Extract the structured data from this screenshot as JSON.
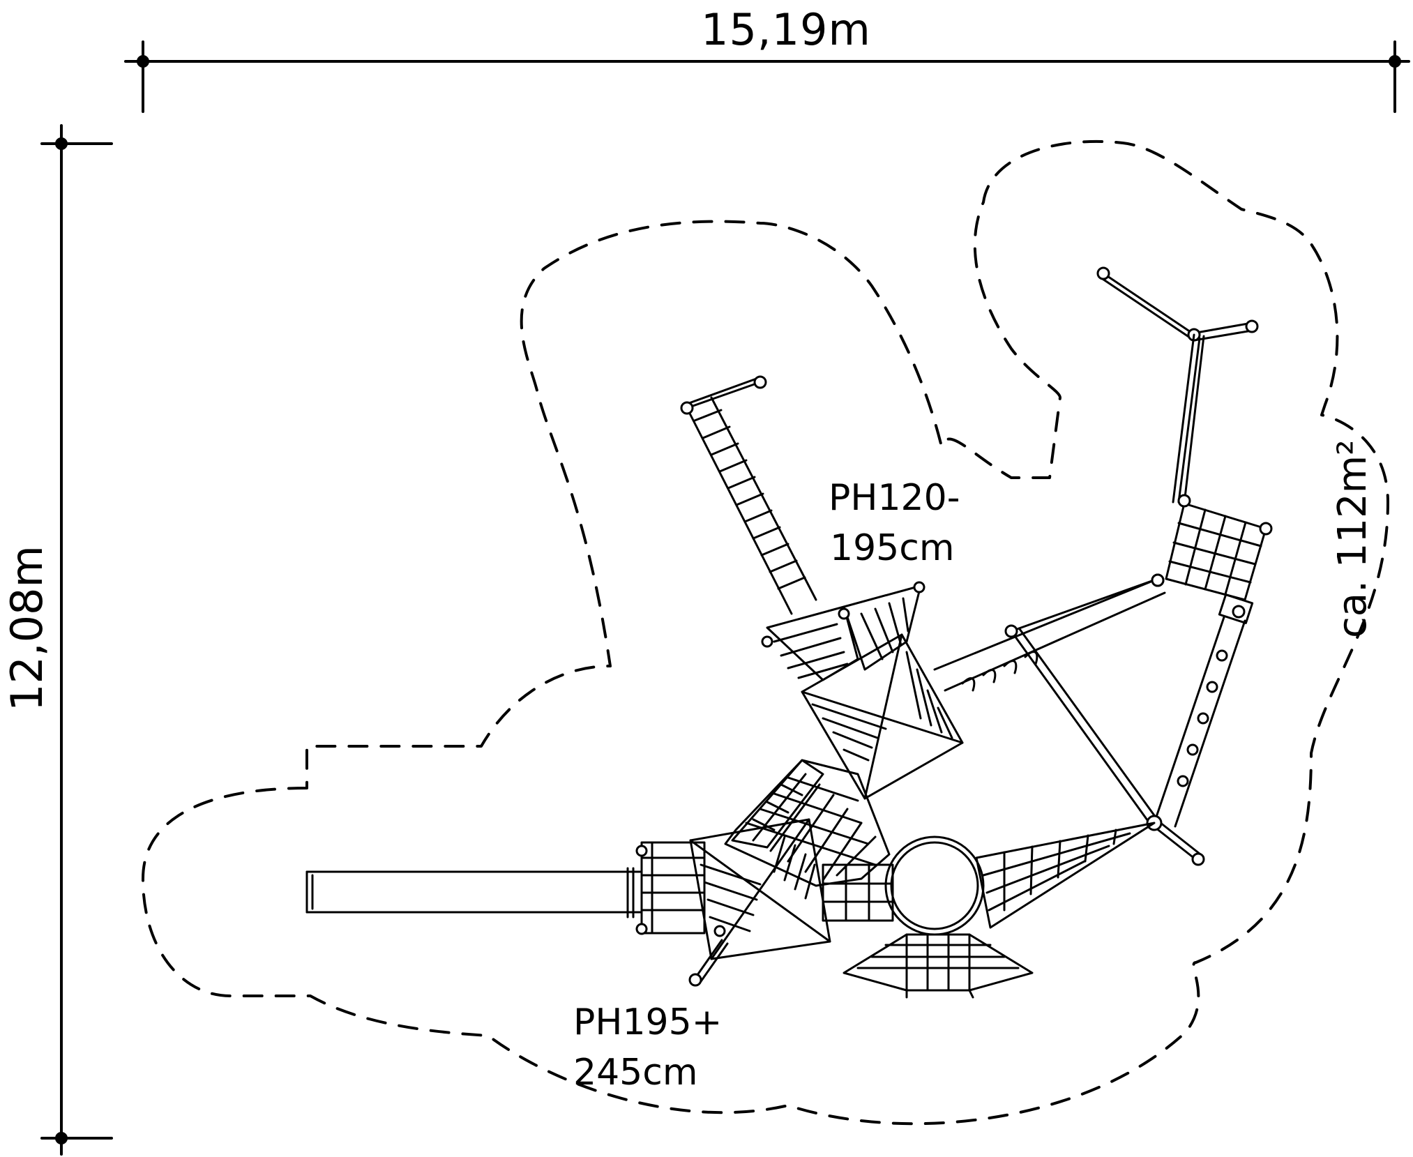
{
  "dimensions": {
    "width": "15,19m",
    "height": "12,08m"
  },
  "area": "ca. 112m²",
  "platforms": [
    {
      "line1": "PH120-",
      "line2": "195cm"
    },
    {
      "line1": "PH195+",
      "line2": "245cm"
    }
  ],
  "colors": {
    "ink": "#000000",
    "background": "#ffffff"
  }
}
